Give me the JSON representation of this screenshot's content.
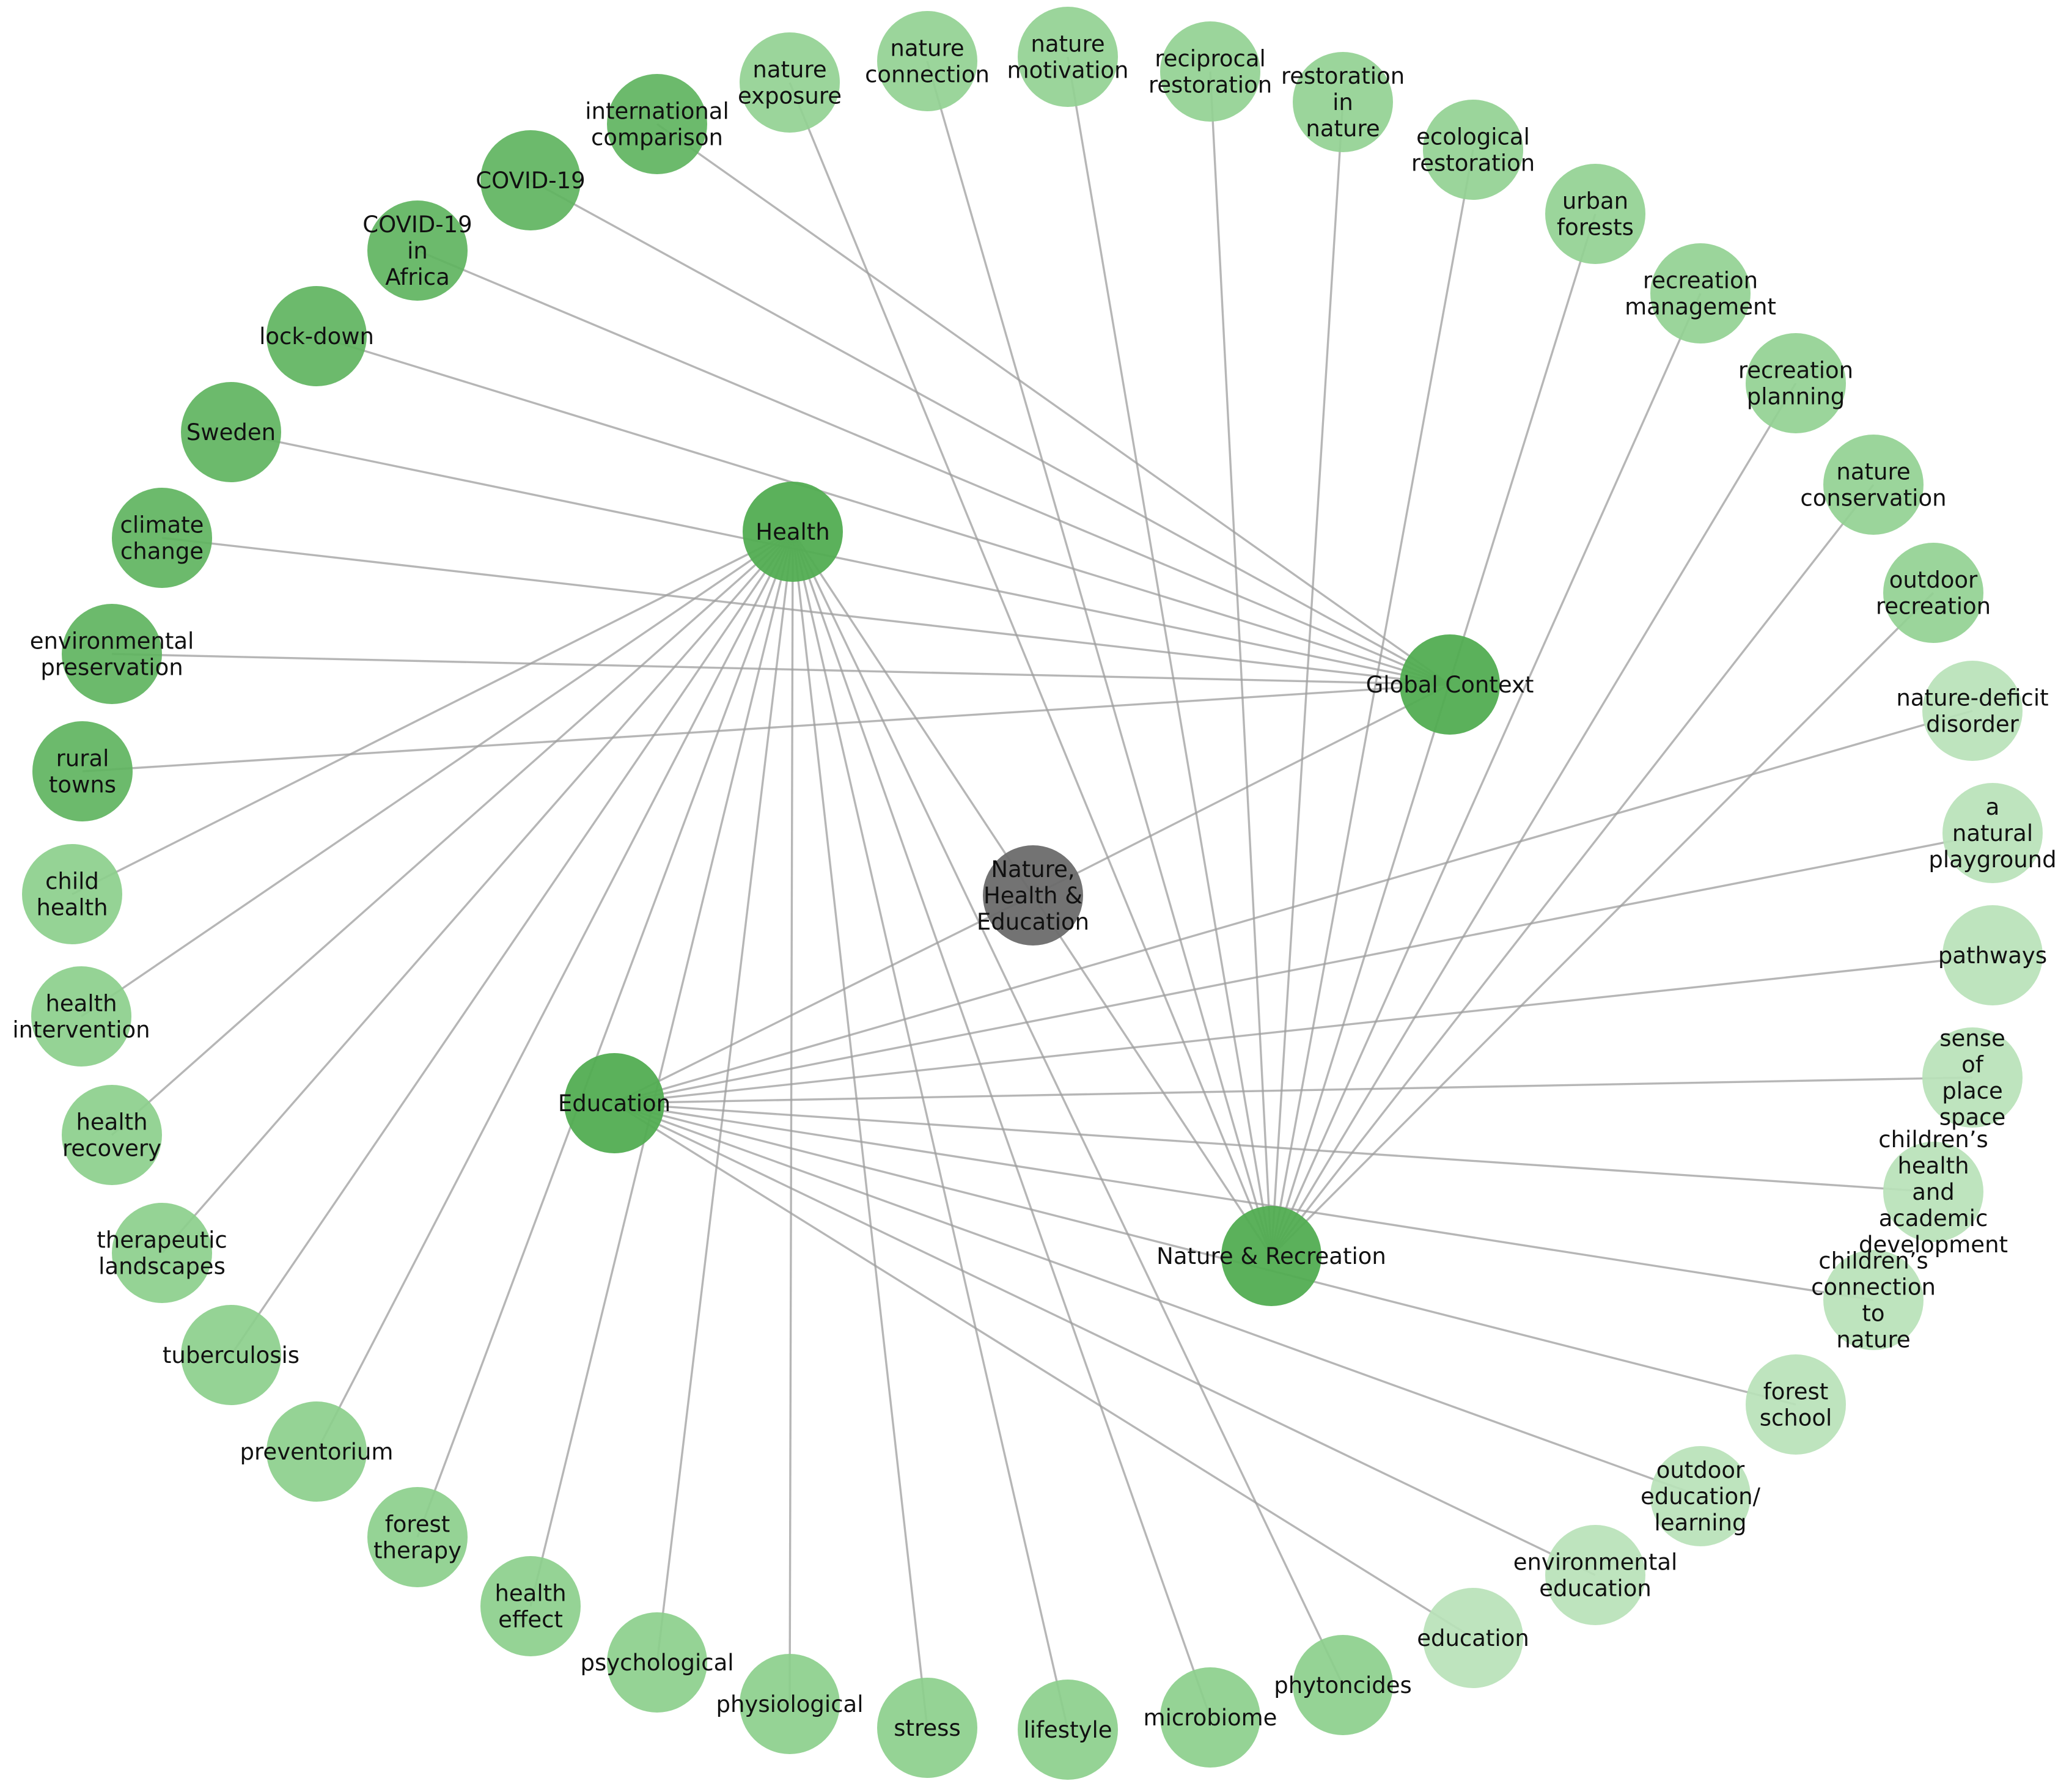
{
  "graph": {
    "colors": {
      "center": "#6b6b6b",
      "category": "#52ad52",
      "health_leaf": "#8ccf8c",
      "context_leaf": "#5fb45f",
      "nature_leaf": "#93d193",
      "education_leaf": "#b8e2b8",
      "edge": "#9e9e9e"
    },
    "center": {
      "id": "center",
      "lines": [
        "Nature,",
        "Health &",
        "Education"
      ]
    },
    "categories": [
      {
        "id": "health",
        "lines": [
          "Health"
        ]
      },
      {
        "id": "global",
        "lines": [
          "Global Context"
        ]
      },
      {
        "id": "education",
        "lines": [
          "Education"
        ]
      },
      {
        "id": "nature",
        "lines": [
          "Nature & Recreation"
        ]
      }
    ],
    "leaves": [
      {
        "id": "international-comparison",
        "lines": [
          "international",
          "comparison"
        ],
        "group": "global"
      },
      {
        "id": "covid-19",
        "lines": [
          "COVID-19"
        ],
        "group": "global"
      },
      {
        "id": "covid-19-africa",
        "lines": [
          "COVID-19",
          "in",
          "Africa"
        ],
        "group": "global"
      },
      {
        "id": "lock-down",
        "lines": [
          "lock-down"
        ],
        "group": "global"
      },
      {
        "id": "sweden",
        "lines": [
          "Sweden"
        ],
        "group": "global"
      },
      {
        "id": "climate-change",
        "lines": [
          "climate",
          "change"
        ],
        "group": "global"
      },
      {
        "id": "environmental-preservation",
        "lines": [
          "environmental",
          "preservation"
        ],
        "group": "global"
      },
      {
        "id": "rural-towns",
        "lines": [
          "rural",
          "towns"
        ],
        "group": "global"
      },
      {
        "id": "child-health",
        "lines": [
          "child",
          "health"
        ],
        "group": "health"
      },
      {
        "id": "health-intervention",
        "lines": [
          "health",
          "intervention"
        ],
        "group": "health"
      },
      {
        "id": "health-recovery",
        "lines": [
          "health",
          "recovery"
        ],
        "group": "health"
      },
      {
        "id": "therapeutic-landscapes",
        "lines": [
          "therapeutic",
          "landscapes"
        ],
        "group": "health"
      },
      {
        "id": "tuberculosis",
        "lines": [
          "tuberculosis"
        ],
        "group": "health"
      },
      {
        "id": "preventorium",
        "lines": [
          "preventorium"
        ],
        "group": "health"
      },
      {
        "id": "forest-therapy",
        "lines": [
          "forest",
          "therapy"
        ],
        "group": "health"
      },
      {
        "id": "health-effect",
        "lines": [
          "health",
          "effect"
        ],
        "group": "health"
      },
      {
        "id": "psychological",
        "lines": [
          "psychological"
        ],
        "group": "health"
      },
      {
        "id": "physiological",
        "lines": [
          "physiological"
        ],
        "group": "health"
      },
      {
        "id": "stress",
        "lines": [
          "stress"
        ],
        "group": "health"
      },
      {
        "id": "lifestyle",
        "lines": [
          "lifestyle"
        ],
        "group": "health"
      },
      {
        "id": "microbiome",
        "lines": [
          "microbiome"
        ],
        "group": "health"
      },
      {
        "id": "phytoncides",
        "lines": [
          "phytoncides"
        ],
        "group": "health"
      },
      {
        "id": "education-topic",
        "lines": [
          "education"
        ],
        "group": "education"
      },
      {
        "id": "environmental-education",
        "lines": [
          "environmental",
          "education"
        ],
        "group": "education"
      },
      {
        "id": "outdoor-education",
        "lines": [
          "outdoor",
          "education/",
          "learning"
        ],
        "group": "education"
      },
      {
        "id": "forest-school",
        "lines": [
          "forest",
          "school"
        ],
        "group": "education"
      },
      {
        "id": "childrens-connection",
        "lines": [
          "children’s",
          "connection",
          "to",
          "nature"
        ],
        "group": "education"
      },
      {
        "id": "childrens-health-academic",
        "lines": [
          "children’s",
          "health",
          "and",
          "academic",
          "development"
        ],
        "group": "education"
      },
      {
        "id": "sense-of-place",
        "lines": [
          "sense",
          "of",
          "place",
          "space"
        ],
        "group": "education"
      },
      {
        "id": "pathways",
        "lines": [
          "pathways"
        ],
        "group": "education"
      },
      {
        "id": "natural-playground",
        "lines": [
          "a",
          "natural",
          "playground"
        ],
        "group": "education"
      },
      {
        "id": "nature-deficit",
        "lines": [
          "nature-deficit",
          "disorder"
        ],
        "group": "education"
      },
      {
        "id": "outdoor-recreation",
        "lines": [
          "outdoor",
          "recreation"
        ],
        "group": "nature"
      },
      {
        "id": "nature-conservation",
        "lines": [
          "nature",
          "conservation"
        ],
        "group": "nature"
      },
      {
        "id": "recreation-planning",
        "lines": [
          "recreation",
          "planning"
        ],
        "group": "nature"
      },
      {
        "id": "recreation-management",
        "lines": [
          "recreation",
          "management"
        ],
        "group": "nature"
      },
      {
        "id": "urban-forests",
        "lines": [
          "urban",
          "forests"
        ],
        "group": "nature"
      },
      {
        "id": "ecological-restoration",
        "lines": [
          "ecological",
          "restoration"
        ],
        "group": "nature"
      },
      {
        "id": "restoration-in-nature",
        "lines": [
          "restoration",
          "in",
          "nature"
        ],
        "group": "nature"
      },
      {
        "id": "reciprocal-restoration",
        "lines": [
          "reciprocal",
          "restoration"
        ],
        "group": "nature"
      },
      {
        "id": "nature-motivation",
        "lines": [
          "nature",
          "motivation"
        ],
        "group": "nature"
      },
      {
        "id": "nature-connection",
        "lines": [
          "nature",
          "connection"
        ],
        "group": "nature"
      },
      {
        "id": "nature-exposure",
        "lines": [
          "nature",
          "exposure"
        ],
        "group": "nature"
      }
    ]
  }
}
